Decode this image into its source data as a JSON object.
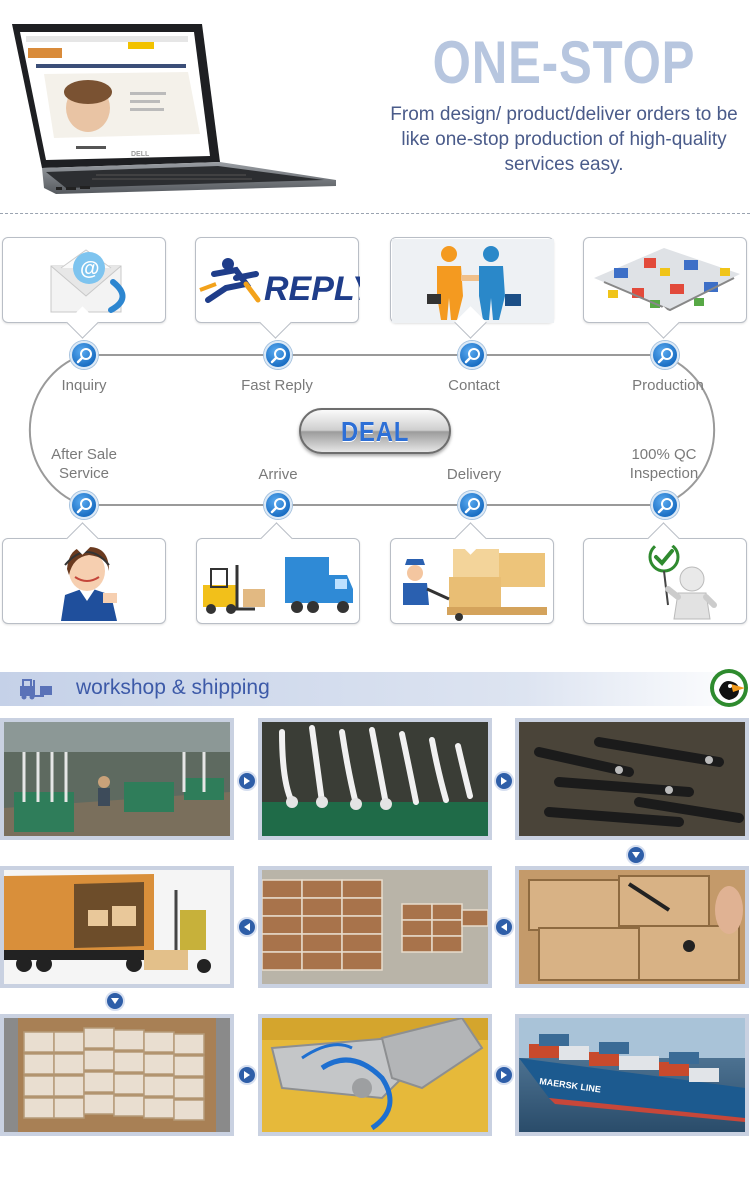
{
  "header": {
    "title": "ONE-STOP",
    "tagline": "From design/ product/deliver orders to be like one-stop production of high-quality services easy.",
    "laptop_brand": "DELL"
  },
  "process": {
    "center_label": "DEAL",
    "top_steps": [
      {
        "label": "Inquiry",
        "icon": "email-at-icon"
      },
      {
        "label": "Fast Reply",
        "icon": "reply-runner-icon",
        "image_text": "REPLY"
      },
      {
        "label": "Contact",
        "icon": "handshake-icon"
      },
      {
        "label": "Production",
        "icon": "factory-line-icon"
      }
    ],
    "bottom_steps": [
      {
        "label": "After Sale\nService",
        "icon": "support-agent-icon"
      },
      {
        "label": "Arrive",
        "icon": "forklift-truck-icon"
      },
      {
        "label": "Delivery",
        "icon": "pallet-delivery-icon"
      },
      {
        "label": "100% QC\nInspection",
        "icon": "checkmark-person-icon"
      }
    ]
  },
  "workshop": {
    "title": "workshop & shipping",
    "photos": [
      "workshop-hanging-line",
      "white-coated-hooks",
      "black-part-bins",
      "container-loading-forklift",
      "stacked-cartons",
      "parts-in-cartons",
      "container-full-cartons",
      "product-closeup-blue-cord",
      "container-ship-maersk-line"
    ],
    "ship_text": "MAERSK LINE"
  },
  "colors": {
    "accent": "#3d5aa8",
    "title_gray_blue": "#b7c6df",
    "node_blue": "#1b6fc4",
    "deal_text": "#2d6fd6"
  }
}
